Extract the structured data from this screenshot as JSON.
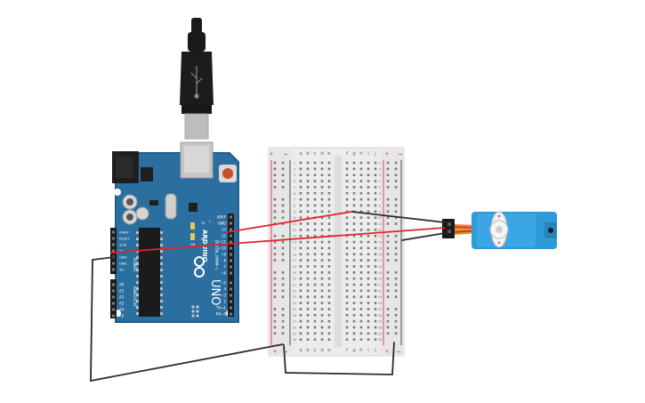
{
  "arduino": {
    "brand": "ARDUINO",
    "model": "UNO",
    "power_header_title": "POWER",
    "analog_header_title": "ANALOG IN",
    "digital_header_title": "DIGITAL (PWM~)",
    "power_pins": [
      "IOREF",
      "RESET",
      "3.3V",
      "5V",
      "GND",
      "GND",
      "Vin"
    ],
    "analog_pins": [
      "A0",
      "A1",
      "A2",
      "A3",
      "A4",
      "A5"
    ],
    "digital_pins": [
      "AREF",
      "GND",
      "13",
      "12",
      "~11",
      "~10",
      "~9",
      "8",
      "7",
      "~6",
      "~5",
      "4",
      "~3",
      "2",
      "TX→1",
      "RX←0"
    ],
    "tx_label": "TX",
    "rx_label": "RX",
    "l_label": "L",
    "on_label": "ON"
  },
  "breadboard": {
    "col_letters_left": [
      "a",
      "b",
      "c",
      "d",
      "e"
    ],
    "col_letters_right": [
      "f",
      "g",
      "h",
      "i",
      "j"
    ],
    "rail_plus": "+",
    "rail_minus": "−",
    "row_count": 30
  },
  "colors": {
    "board_blue": "#2b6fa0",
    "board_dark": "#1f5f8e",
    "wire_red": "#e0232b",
    "wire_black": "#2b2b2b",
    "breadboard_body": "#ececec",
    "servo_blue": "#2e9ad8",
    "usb_black": "#1a1a1a"
  }
}
